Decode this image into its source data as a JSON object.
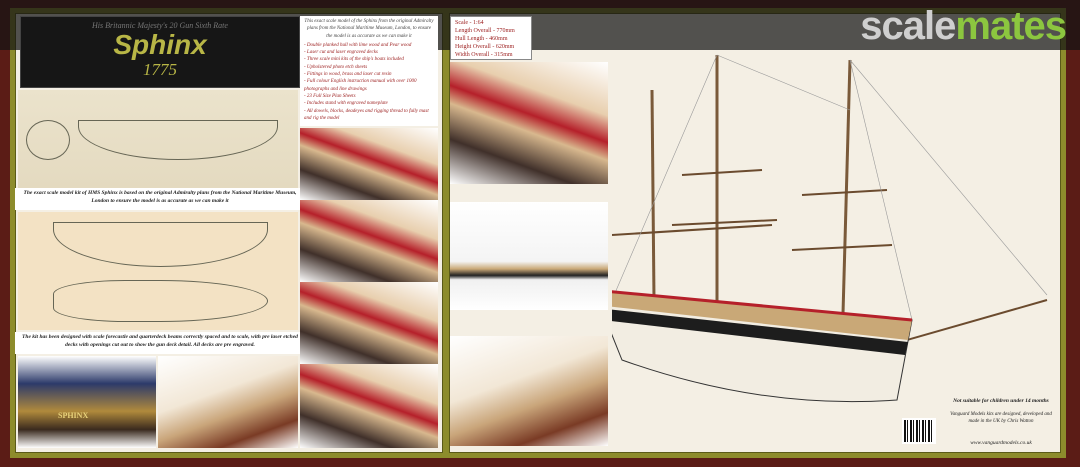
{
  "brand_logo": {
    "part1": "scale",
    "part2": "mates"
  },
  "title_box": {
    "subtitle": "His Britannic Majesty's 20 Gun Sixth Rate",
    "name": "Sphinx",
    "year": "1775"
  },
  "features": {
    "intro": "This exact scale model of the Sphinx from the original Admiralty plans from the National Maritime Museum, London, to ensure the model is as accurate as we can make it",
    "items": [
      "Double planked hull with lime wood and Pear wood",
      "Laser cut and laser engraved decks",
      "Three scale mini kits of the ship's boats included",
      "Upholstered photo etch sheets",
      "Fittings in wood, brass and laser cut resin",
      "Full colour English instruction manual with over 1000 photographs and line drawings",
      "23 Full Size Plan Sheets",
      "Includes stand with engraved nameplate",
      "All dowels, blocks, deadeyes and rigging thread to fully mast and rig the model"
    ]
  },
  "specs": [
    "Scale - 1:64",
    "Length Overall - 770mm",
    "Hull Length - 460mm",
    "Height Overall - 620mm",
    "Width Overall - 315mm"
  ],
  "captions": {
    "plans": "The exact scale model kit of HMS Sphinx is based on the original Admiralty plans from the National Maritime Museum, London to ensure the model is as accurate as we can make it",
    "design": "The kit has been designed with scale forecastle and quarterdeck beams correctly spaced and to scale, with pre laser etched decks with openings cut out to show the gun deck detail. All decks are pre engraved."
  },
  "stern_nameplate": "SPHINX",
  "footer": {
    "warning": "Not suitable for children under 14 months",
    "credit": "Vanguard Models kits are designed, developed and made in the UK by Chris Watton",
    "website": "www.vanguardmodels.co.uk"
  },
  "colors": {
    "background": "#5b1c16",
    "frame": "#8d8c2c",
    "title_gold": "#b8b646",
    "feature_red": "#9a1a1a",
    "logo_green": "#8cc63f"
  }
}
